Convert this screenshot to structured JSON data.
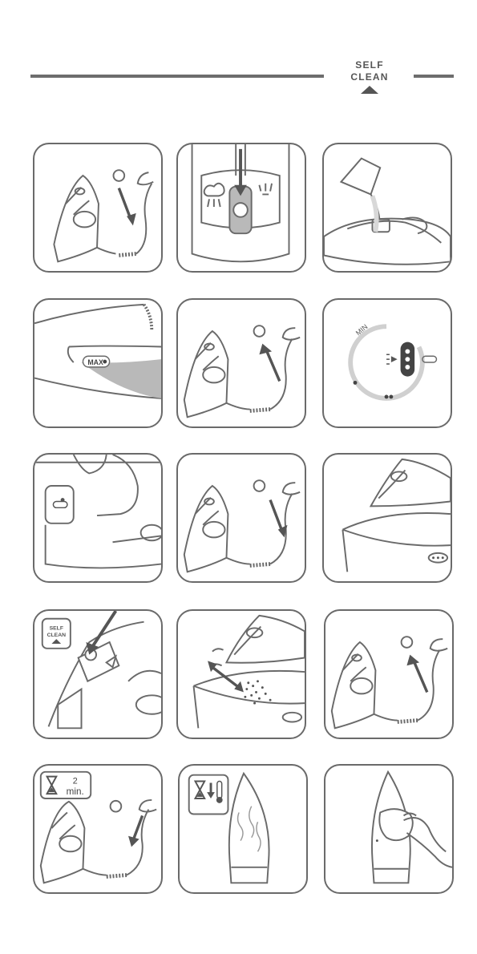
{
  "header": {
    "self_clean_line1": "SELF",
    "self_clean_line2": "CLEAN"
  },
  "steps": [
    {
      "id": 1,
      "icon": "plug-in-icon"
    },
    {
      "id": 2,
      "icon": "steam-selector-icon"
    },
    {
      "id": 3,
      "icon": "fill-water-icon"
    },
    {
      "id": 4,
      "icon": "max-level-icon",
      "label": "MAX"
    },
    {
      "id": 5,
      "icon": "unplug-icon"
    },
    {
      "id": 6,
      "icon": "temperature-dial-icon",
      "label": "MIN"
    },
    {
      "id": 7,
      "icon": "light-indicator-icon"
    },
    {
      "id": 8,
      "icon": "plug-in-icon"
    },
    {
      "id": 9,
      "icon": "iron-over-sink-icon"
    },
    {
      "id": 10,
      "icon": "self-clean-button-icon",
      "badge_line1": "SELF",
      "badge_line2": "CLEAN"
    },
    {
      "id": 11,
      "icon": "shake-iron-icon"
    },
    {
      "id": 12,
      "icon": "unplug-icon"
    },
    {
      "id": 13,
      "icon": "wait-timer-icon",
      "time_value": "2",
      "time_unit": "min."
    },
    {
      "id": 14,
      "icon": "cool-down-icon"
    },
    {
      "id": 15,
      "icon": "wipe-soleplate-icon"
    }
  ],
  "colors": {
    "line": "#6a6a6a",
    "fill_gray": "#b9b9b9",
    "light_gray": "#d8d8d8"
  }
}
